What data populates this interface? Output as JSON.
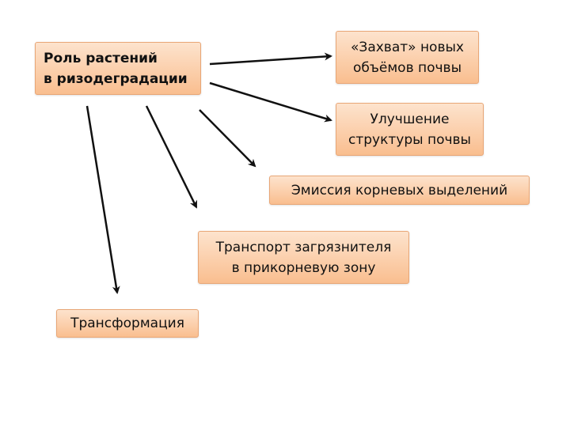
{
  "diagram": {
    "root": {
      "lines": [
        "Роль растений",
        "в ризодеградации"
      ]
    },
    "targets": [
      {
        "id": "capture",
        "lines": [
          "«Захват» новых",
          "объёмов почвы"
        ]
      },
      {
        "id": "structure",
        "lines": [
          "Улучшение",
          "структуры почвы"
        ]
      },
      {
        "id": "emission",
        "lines": [
          "Эмиссия корневых выделений"
        ]
      },
      {
        "id": "transport",
        "lines": [
          "Транспорт загрязнителя",
          "в прикорневую зону"
        ]
      },
      {
        "id": "transform",
        "lines": [
          "Трансформация"
        ]
      }
    ],
    "edges": [
      {
        "from": "root",
        "to": "capture"
      },
      {
        "from": "root",
        "to": "structure"
      },
      {
        "from": "root",
        "to": "emission"
      },
      {
        "from": "root",
        "to": "transport"
      },
      {
        "from": "root",
        "to": "transform"
      }
    ],
    "colors": {
      "box_fill_top": "#fde3cd",
      "box_fill_bottom": "#f9be8f",
      "box_border": "#e8a676",
      "arrow": "#111111",
      "background": "#ffffff"
    }
  }
}
